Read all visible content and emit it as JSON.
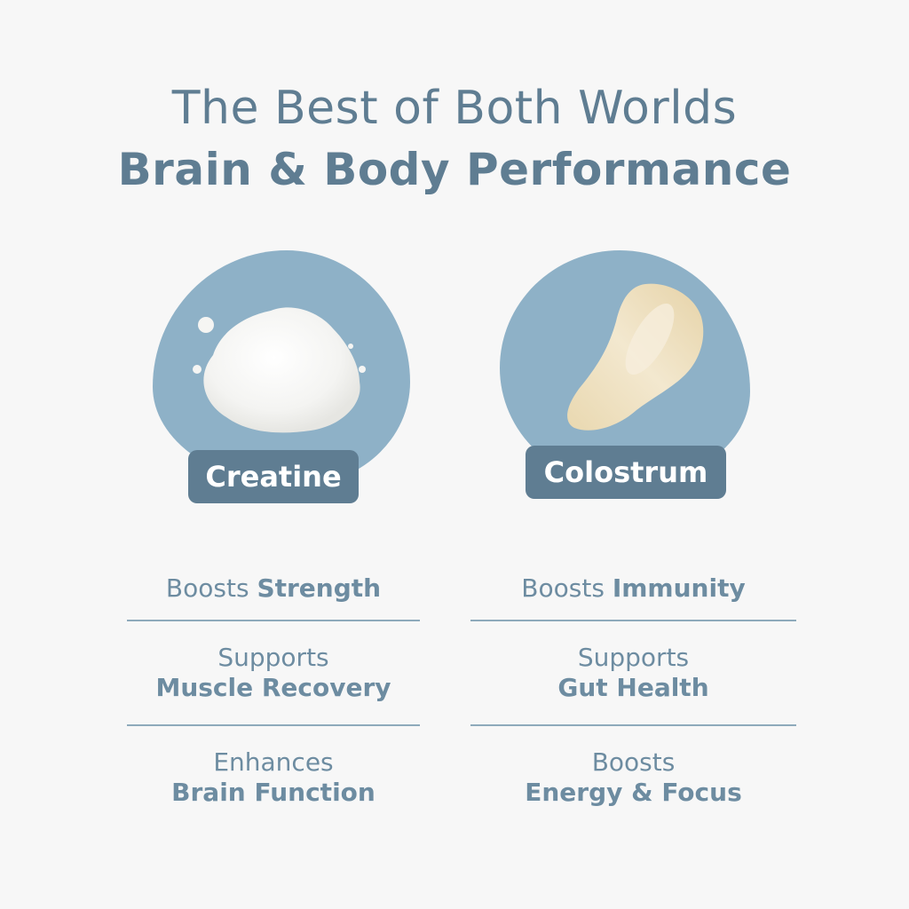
{
  "header": {
    "title_line_1": "The Best of Both Worlds",
    "title_line_2": "Brain & Body Performance"
  },
  "colors": {
    "background": "#f7f7f7",
    "primary_text": "#5f7d92",
    "blob": "#8eb1c7",
    "label_bg": "#5f7d92",
    "benefit_text": "#6d8ca1",
    "divider": "#8eaabb"
  },
  "products": [
    {
      "name": "Creatine",
      "image": "white-powder-pile",
      "benefits": [
        {
          "prefix": "Boosts",
          "highlight": "Strength",
          "inline": true
        },
        {
          "prefix": "Supports",
          "highlight": "Muscle Recovery",
          "inline": false
        },
        {
          "prefix": "Enhances",
          "highlight": "Brain Function",
          "inline": false
        }
      ]
    },
    {
      "name": "Colostrum",
      "image": "cream-powder-smear",
      "benefits": [
        {
          "prefix": "Boosts",
          "highlight": "Immunity",
          "inline": true
        },
        {
          "prefix": "Supports",
          "highlight": "Gut Health",
          "inline": false
        },
        {
          "prefix": "Boosts",
          "highlight": "Energy & Focus",
          "inline": false
        }
      ]
    }
  ]
}
